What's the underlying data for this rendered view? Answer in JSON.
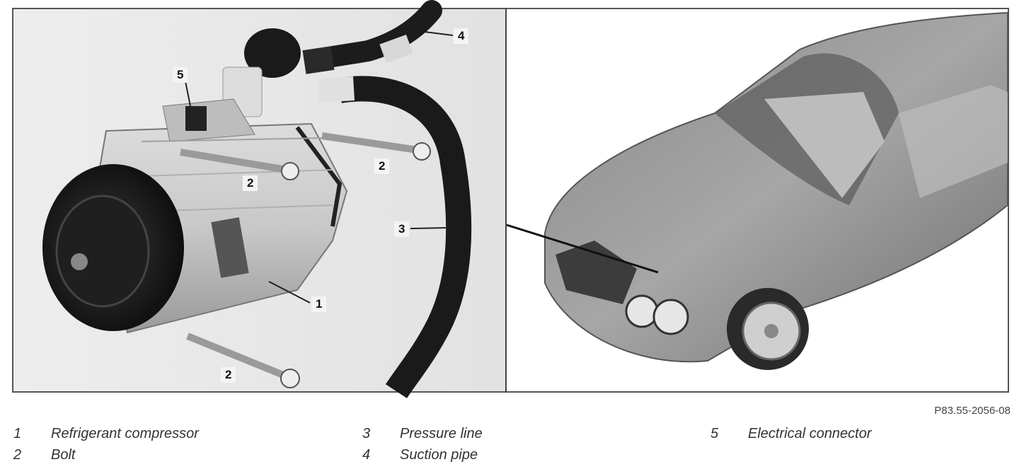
{
  "figure_ref": "P83.55-2056-08",
  "callouts": [
    "1",
    "2",
    "2",
    "2",
    "3",
    "4",
    "5"
  ],
  "legend": [
    {
      "num": "1",
      "text": "Refrigerant compressor"
    },
    {
      "num": "2",
      "text": "Bolt"
    },
    {
      "num": "3",
      "text": "Pressure line"
    },
    {
      "num": "4",
      "text": "Suction pipe"
    },
    {
      "num": "5",
      "text": "Electrical connector"
    }
  ]
}
